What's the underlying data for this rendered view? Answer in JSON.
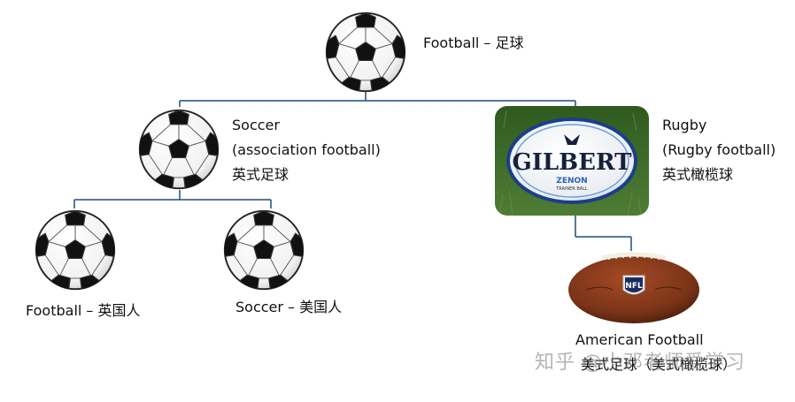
{
  "root": {
    "label": "Football – 足球"
  },
  "soccer": {
    "line1": "Soccer",
    "line2": "(association football)",
    "line3": "英式足球",
    "children": [
      {
        "label": "Football – 英国人"
      },
      {
        "label": "Soccer – 美国人"
      }
    ]
  },
  "rugby": {
    "line1": "Rugby",
    "line2": "(Rugby football)",
    "line3": "英式橄榄球",
    "ball_brand": "GILBERT",
    "ball_model": "ZENON",
    "ball_sub": "TRAINER BALL",
    "child": {
      "line1": "American Football",
      "line2": "美式足球（美式橄榄球）",
      "ball_logo": "NFL"
    }
  },
  "watermark": "知乎 @小邓老师爱学习",
  "colors": {
    "connector": "#1f4e79",
    "ball_black": "#111111",
    "grass": "#3f6b2a",
    "american_ball": "#7a3418"
  }
}
